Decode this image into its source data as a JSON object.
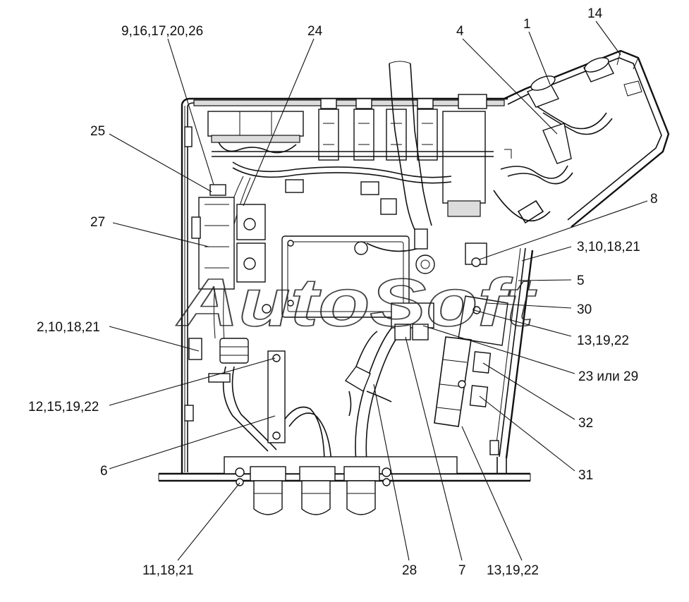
{
  "watermark": "AutoSoft",
  "callouts": {
    "c_9_16_17_20_26": "9,16,17,20,26",
    "c_24": "24",
    "c_4": "4",
    "c_1": "1",
    "c_14": "14",
    "c_25": "25",
    "c_8": "8",
    "c_27": "27",
    "c_3_10_18_21": "3,10,18,21",
    "c_5": "5",
    "c_30": "30",
    "c_2_10_18_21": "2,10,18,21",
    "c_13_19_22_top": "13,19,22",
    "c_23_or_29": "23 или 29",
    "c_12_15_19_22": "12,15,19,22",
    "c_32": "32",
    "c_6": "6",
    "c_31": "31",
    "c_11_18_21": "11,18,21",
    "c_28": "28",
    "c_7": "7",
    "c_13_19_22_bottom": "13,19,22"
  }
}
